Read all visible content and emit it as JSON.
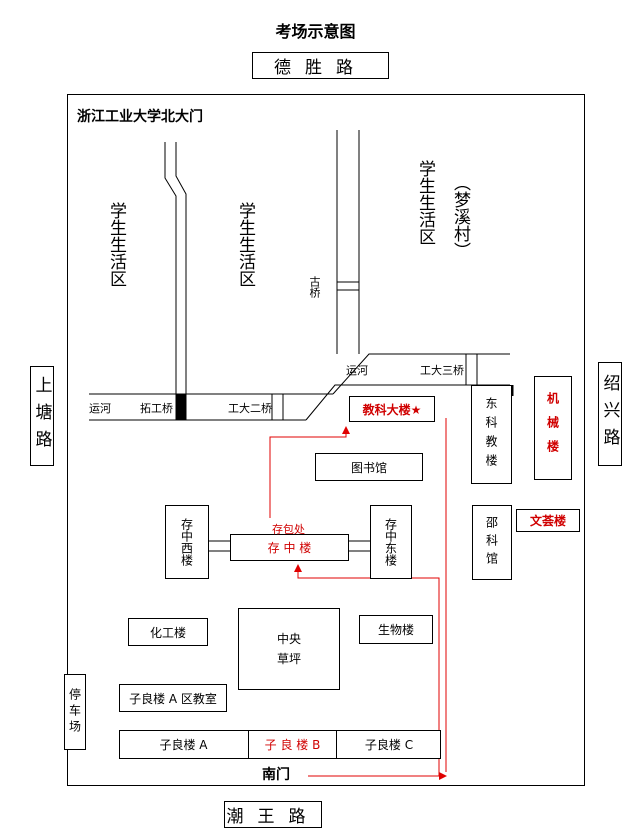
{
  "title": "考场示意图",
  "roads": {
    "north": "德胜路",
    "south": "潮王路",
    "west": "上塘路",
    "east": "绍兴路"
  },
  "gate_north": "浙江工业大学北大门",
  "gate_south": "南门",
  "zones": {
    "living_1": "学生生活区",
    "living_2": "学生生活区",
    "living_3": "学生生活区",
    "village": "（梦溪村）"
  },
  "river": {
    "label_west": "运河",
    "label_east": "运河",
    "bridges": {
      "tuogong": "拓工桥",
      "gongda2": "工大二桥",
      "gongda3": "工大三桥",
      "gu": "古桥"
    }
  },
  "buildings": {
    "jiaoke": "教科大楼★",
    "jixie": "机械楼",
    "dongke": "东科教楼",
    "library": "图书馆",
    "cunzhong_west": "存中西楼",
    "cunzhong": "存 中 楼",
    "cunzhong_east": "存中东楼",
    "baggage": "存包处",
    "shaoke": "邵科馆",
    "wenyi": "文荟楼",
    "huagong": "化工楼",
    "lawn": "中央草坪",
    "biology": "生物楼",
    "parking": "停车场",
    "ziliang_aroom": "子良楼 A 区教室",
    "ziliang_a": "子良楼 A",
    "ziliang_b": "子 良 楼 B",
    "ziliang_c": "子良楼 C"
  },
  "colors": {
    "route": "#e00000",
    "highlight_text": "#d00000"
  }
}
